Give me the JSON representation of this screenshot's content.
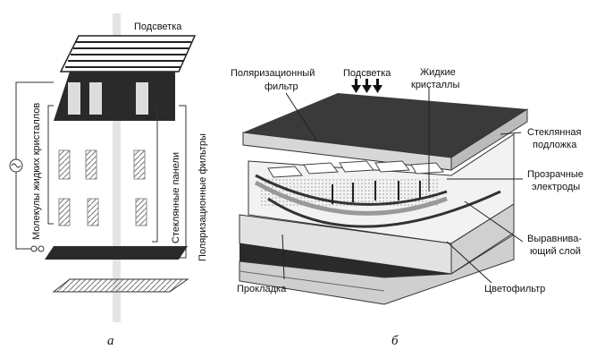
{
  "left_figure": {
    "caption": "а",
    "labels": {
      "backlight": "Подсветка",
      "lc_molecules": "Молекулы жидких кристаллов",
      "glass_panels": "Стеклянные панели",
      "polarizing_filters": "Поляризационные фильтры"
    }
  },
  "right_figure": {
    "caption": "б",
    "labels": {
      "polarizing_filter_1": "Поляризационный",
      "polarizing_filter_2": "фильтр",
      "backlight": "Подсветка",
      "liquid_1": "Жидкие",
      "liquid_2": "кристаллы",
      "glass_1": "Стеклянная",
      "glass_2": "подложка",
      "electrodes_1": "Прозрачные",
      "electrodes_2": "электроды",
      "alignment_1": "Выравнива-",
      "alignment_2": "ющий слой",
      "color_filter": "Цветофильтр",
      "spacer": "Прокладка"
    }
  }
}
